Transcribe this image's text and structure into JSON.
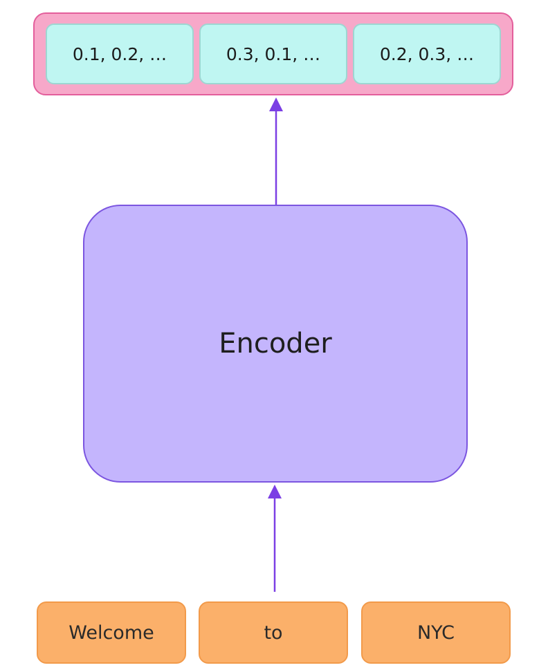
{
  "colors": {
    "output_tray_fill": "#f7a8c9",
    "output_tray_border": "#e35e9b",
    "vector_fill": "#bff6f2",
    "encoder_fill": "#c4b5fd",
    "encoder_border": "#7b55e0",
    "token_fill": "#fbb06a",
    "arrow": "#7b3fe4"
  },
  "output_vectors": [
    "0.1, 0.2, …",
    "0.3, 0.1, …",
    "0.2, 0.3, …"
  ],
  "encoder": {
    "label": "Encoder"
  },
  "input_tokens": [
    "Welcome",
    "to",
    "NYC"
  ]
}
